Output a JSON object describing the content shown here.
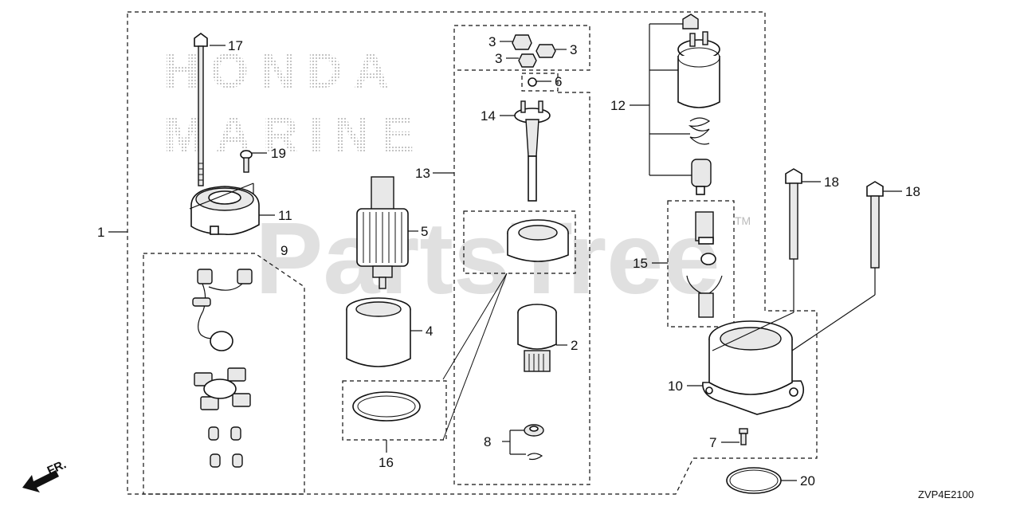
{
  "watermark": {
    "brand_top": "HONDA",
    "brand_bottom": "MARINE",
    "site": "PartsTree",
    "tm": "TM"
  },
  "diagram_code": "ZVP4E2100",
  "direction_label": "FR.",
  "callouts": {
    "p1": "1",
    "p2": "2",
    "p3a": "3",
    "p3b": "3",
    "p3c": "3",
    "p4": "4",
    "p5": "5",
    "p6": "6",
    "p7": "7",
    "p8": "8",
    "p9": "9",
    "p10": "10",
    "p11": "11",
    "p12": "12",
    "p13": "13",
    "p14": "14",
    "p15": "15",
    "p16": "16",
    "p17": "17",
    "p18a": "18",
    "p18b": "18",
    "p19": "19",
    "p20": "20"
  },
  "icons": {
    "direction_arrow": "arrow-down-left-icon"
  }
}
